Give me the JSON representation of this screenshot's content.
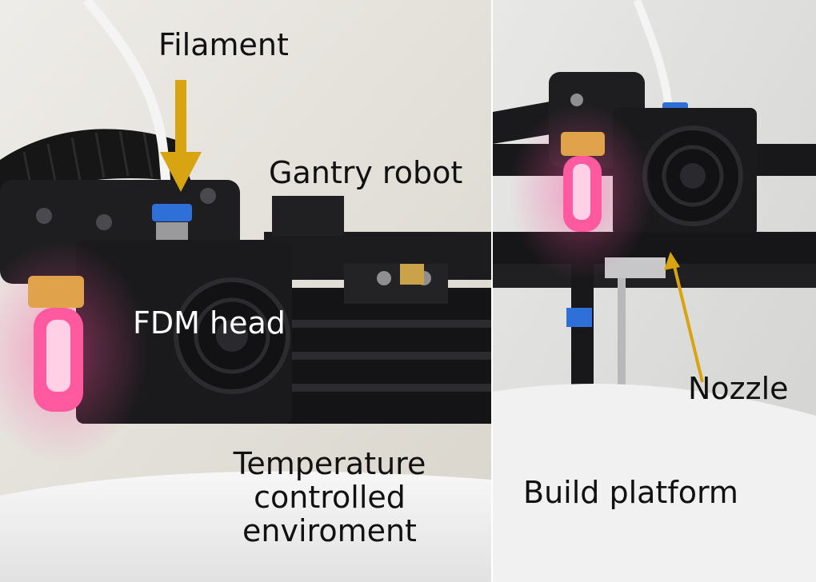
{
  "left_photo": {
    "labels": {
      "filament": "Filament",
      "gantry": "Gantry robot",
      "head": "FDM head",
      "environment_lines": [
        "Temperature",
        "controlled",
        "enviroment"
      ]
    }
  },
  "right_photo": {
    "labels": {
      "nozzle": "Nozzle",
      "platform": "Build platform"
    }
  },
  "colors": {
    "arrow": "#d9a411",
    "background_wall": "#e6e4df",
    "frame_black": "#1c1c1e",
    "hot_pink": "#ff3f8a",
    "filament_tube": "#f4f4f4",
    "blue_clip": "#2f6fd8"
  }
}
